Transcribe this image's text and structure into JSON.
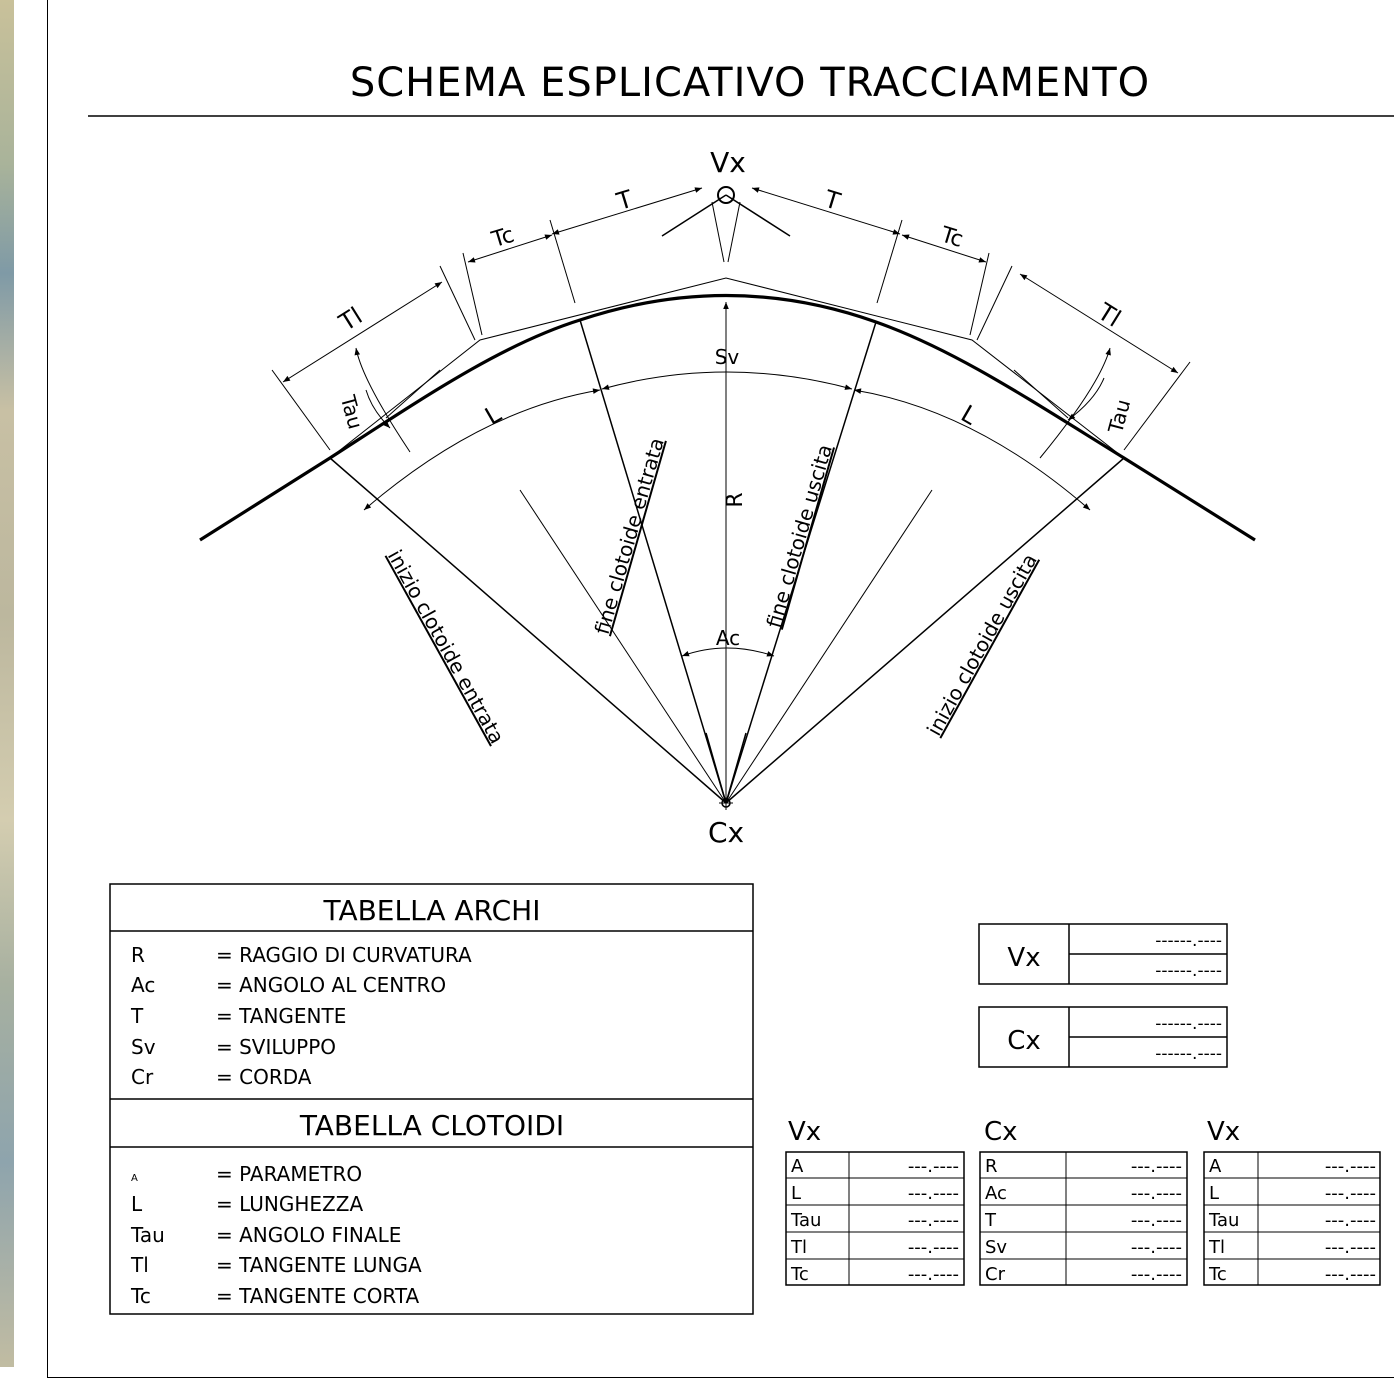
{
  "title": "SCHEMA  ESPLICATIVO  TRACCIAMENTO",
  "diagram": {
    "vertex": "Vx",
    "center": "Cx",
    "T_left": "T",
    "T_right": "T",
    "Tc_left": "Tc",
    "Tc_right": "Tc",
    "Tl_left": "Tl",
    "Tl_right": "Tl",
    "Tau_left": "Tau",
    "Tau_right": "Tau",
    "L_left": "L",
    "L_right": "L",
    "Sv": "Sv",
    "R": "R",
    "Ac": "Ac",
    "start_entry": "inizio clotoide entrata",
    "end_entry": "fine clotoide entrata",
    "end_exit": "fine clotoide uscita",
    "start_exit": "inizio clotoide uscita"
  },
  "tabella_archi": {
    "title": "TABELLA  ARCHI",
    "rows": [
      {
        "sym": "R",
        "desc": "=  RAGGIO  DI  CURVATURA"
      },
      {
        "sym": "Ac",
        "desc": "=  ANGOLO  AL  CENTRO"
      },
      {
        "sym": "T",
        "desc": "=  TANGENTE"
      },
      {
        "sym": "Sv",
        "desc": "=  SVILUPPO"
      },
      {
        "sym": "Cr",
        "desc": "=  CORDA"
      }
    ]
  },
  "tabella_clotoidi": {
    "title": "TABELLA  CLOTOIDI",
    "rows": [
      {
        "sym": "A",
        "desc": "=  PARAMETRO"
      },
      {
        "sym": "L",
        "desc": "=  LUNGHEZZA"
      },
      {
        "sym": "Tau",
        "desc": "=  ANGOLO  FINALE"
      },
      {
        "sym": "Tl",
        "desc": "=  TANGENTE  LUNGA"
      },
      {
        "sym": "Tc",
        "desc": "=  TANGENTE  CORTA"
      }
    ]
  },
  "coord_boxes": [
    {
      "label": "Vx",
      "v1": "------.----",
      "v2": "------.----"
    },
    {
      "label": "Cx",
      "v1": "------.----",
      "v2": "------.----"
    }
  ],
  "small_tables": [
    {
      "title": "Vx",
      "rows": [
        [
          "A",
          "---.----"
        ],
        [
          "L",
          "---.----"
        ],
        [
          "Tau",
          "---.----"
        ],
        [
          "Tl",
          "---.----"
        ],
        [
          "Tc",
          "---.----"
        ]
      ]
    },
    {
      "title": "Cx",
      "rows": [
        [
          "R",
          "---.----"
        ],
        [
          "Ac",
          "---.----"
        ],
        [
          "T",
          "---.----"
        ],
        [
          "Sv",
          "---.----"
        ],
        [
          "Cr",
          "---.----"
        ]
      ]
    },
    {
      "title": "Vx",
      "rows": [
        [
          "A",
          "---.----"
        ],
        [
          "L",
          "---.----"
        ],
        [
          "Tau",
          "---.----"
        ],
        [
          "Tl",
          "---.----"
        ],
        [
          "Tc",
          "---.----"
        ]
      ]
    }
  ]
}
